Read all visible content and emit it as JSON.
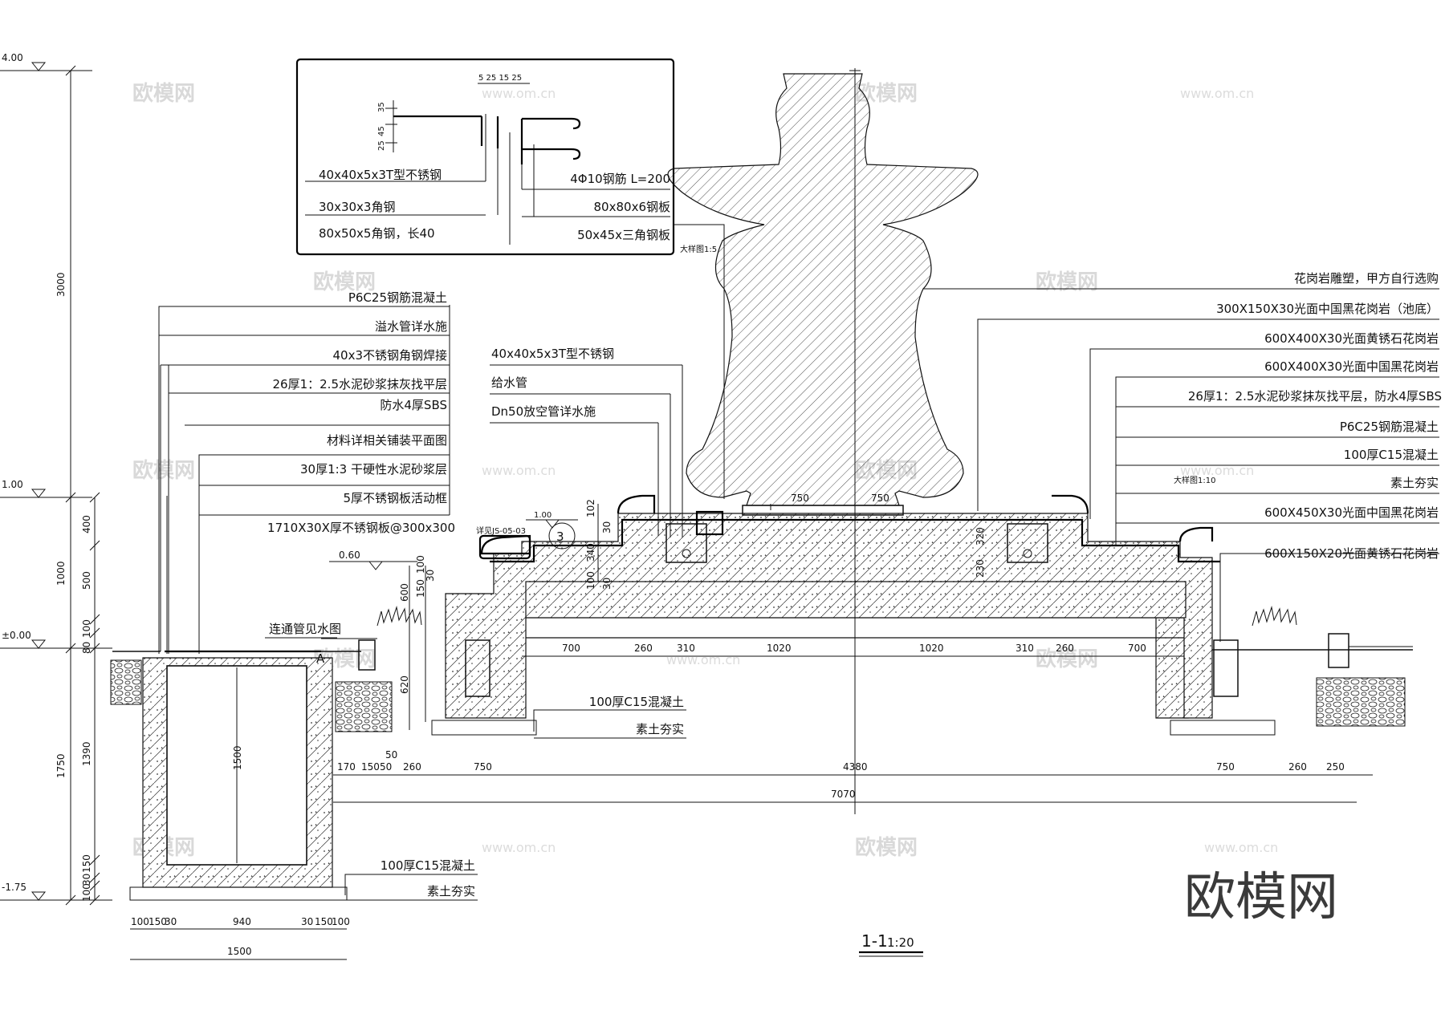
{
  "title": {
    "name": "1-1",
    "scale": "1:20"
  },
  "watermarks": {
    "brand": "欧模网",
    "site": "www.om.cn",
    "corner": "欧模网"
  },
  "elevations": [
    "4.00",
    "1.00",
    "0.60",
    "±0.00",
    "-1.75",
    "1.00"
  ],
  "detail_box": {
    "note": "大样图1:5",
    "dims_top": "5 25 15 25",
    "dims_side": [
      "35",
      "45",
      "25"
    ],
    "left_labels": [
      "40x40x5x3T型不锈钢",
      "30x30x3角钢",
      "80x50x5角钢，长40"
    ],
    "right_labels": [
      "4Φ10钢筋 L=200",
      "80x80x6钢板",
      "50x45x三角钢板"
    ]
  },
  "left_labels": [
    "P6C25钢筋混凝土",
    "溢水管详水施",
    "40x3不锈钢角钢焊接",
    "26厚1：2.5水泥砂浆抹灰找平层",
    "防水4厚SBS",
    "材料详相关铺装平面图",
    "30厚1:3 干硬性水泥砂浆层",
    "5厚不锈钢板活动框",
    "1710X30X厚不锈钢板@300x300"
  ],
  "center_labels": [
    "40x40x5x3T型不锈钢",
    "给水管",
    "Dn50放空管详水施"
  ],
  "right_labels": [
    "花岗岩雕塑，甲方自行选购",
    "300X150X30光面中国黑花岗岩（池底）",
    "600X400X30光面黄锈石花岗岩",
    "600X400X30光面中国黑花岗岩",
    "26厚1：2.5水泥砂浆抹灰找平层，防水4厚SBS",
    "P6C25钢筋混凝土",
    "100厚C15混凝土",
    "素土夯实",
    "600X450X30光面中国黑花岗岩",
    "600X150X20光面黄锈石花岗岩"
  ],
  "misc_labels": {
    "pipe_note": "连通管见水图",
    "detail_ref": "详见JS-05-03",
    "detail_num": "3",
    "detail_scale": "大样图1:10",
    "foot_c15": "100厚C15混凝土",
    "foot_soil": "素土夯实",
    "pit_c15": "100厚C15混凝土",
    "pit_soil": "素土夯实"
  },
  "dims": {
    "left_vertical": [
      "3000",
      "1000",
      "1750"
    ],
    "left_vertical2": [
      "400",
      "500",
      "100",
      "80",
      "1390",
      "150",
      "30",
      "100"
    ],
    "pit_height": "1500",
    "bottom_pit": [
      "100",
      "150",
      "30",
      "940",
      "30",
      "150",
      "100"
    ],
    "bottom_pit_total": "1500",
    "bottom_row": [
      "170",
      "150",
      "50",
      "50",
      "260",
      "750",
      "4380",
      "750",
      "260",
      "250"
    ],
    "bottom_total": "7070",
    "plan_row": [
      "700",
      "260",
      "310",
      "1020",
      "1020",
      "310",
      "260",
      "700"
    ],
    "step_heights": [
      "102",
      "30",
      "340",
      "100",
      "30"
    ],
    "wall_heights": [
      "150",
      "100",
      "30",
      "600",
      "620",
      "50"
    ],
    "sculpture_base": [
      "750",
      "750"
    ],
    "right_vertical": [
      "320",
      "230"
    ]
  }
}
